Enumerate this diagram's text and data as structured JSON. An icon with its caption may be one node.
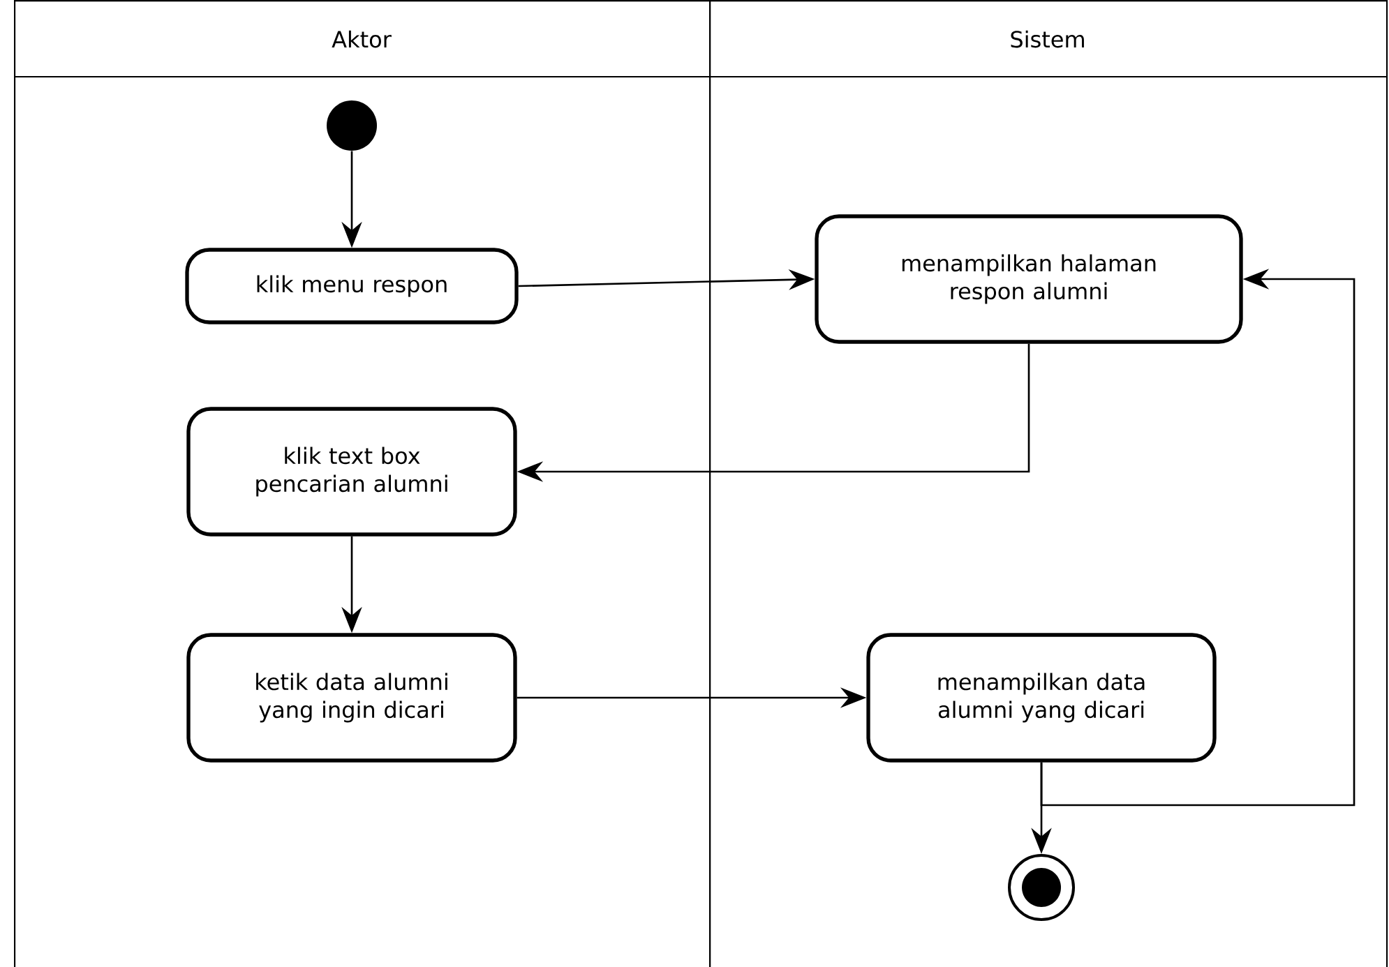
{
  "diagram": {
    "nodes": [
      {
        "text": [
          "Aktor"
        ]
      },
      {
        "text": [
          "Sistem"
        ]
      },
      {
        "text": [],
        "shape": "circle",
        "in": 0
      },
      {
        "text": [
          "klik menu respon"
        ],
        "in": 0
      },
      {
        "text": [
          "menampilkan halaman respon alumni"
        ],
        "in": 1
      },
      {
        "text": [
          "klik text box pencarian alumni"
        ],
        "in": 0
      },
      {
        "text": [
          "ketik data alumni yang ingin dicari"
        ],
        "in": 0
      },
      {
        "text": [
          "menampilkan data alumni yang dicari"
        ],
        "in": 1
      },
      {
        "text": [],
        "shape": "circle",
        "in": 1
      }
    ],
    "edges": [
      {
        "from": 2,
        "to": 3,
        "arrow": "to"
      },
      {
        "from": 3,
        "to": 4,
        "arrow": "to"
      },
      {
        "from": 4,
        "to": 5,
        "arrow": "to"
      },
      {
        "from": 5,
        "to": 6,
        "arrow": "to"
      },
      {
        "from": 6,
        "to": 7,
        "arrow": "to"
      },
      {
        "from": 7,
        "to": 8,
        "arrow": "to"
      },
      {
        "from": 7,
        "to": 4,
        "arrow": "to"
      }
    ]
  }
}
